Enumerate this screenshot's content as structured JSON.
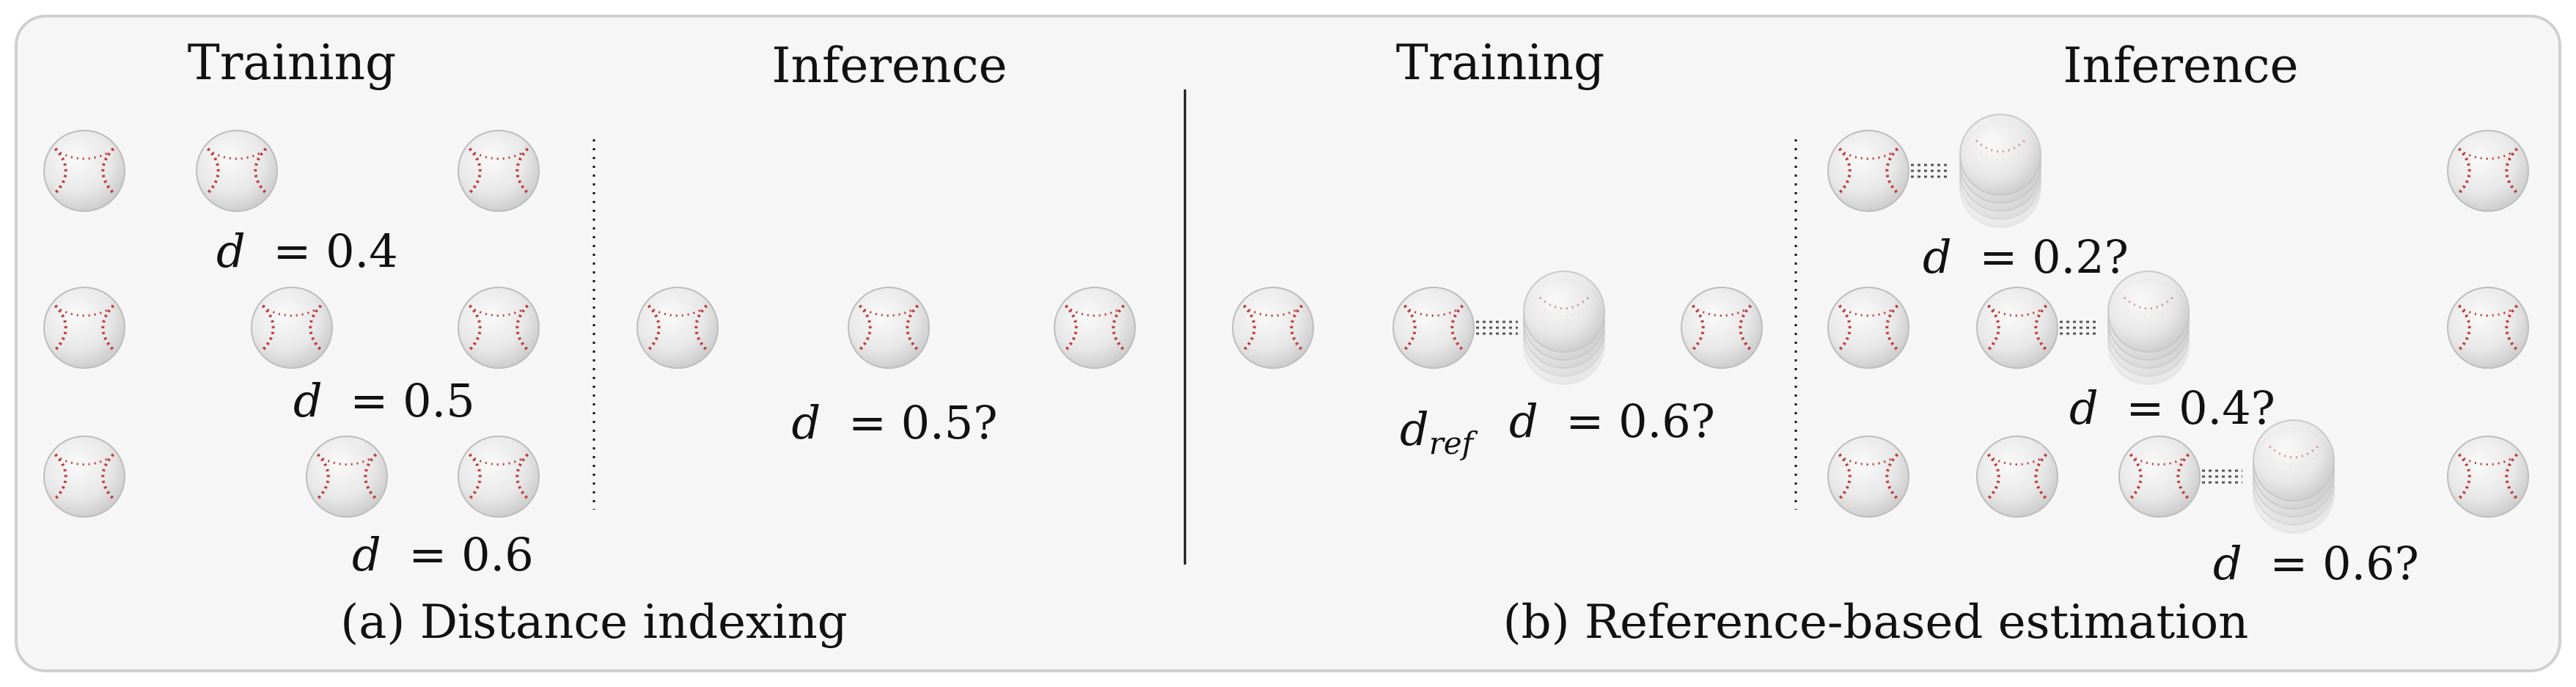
{
  "panels": {
    "a": {
      "caption": "(a) Distance indexing",
      "training_heading": "Training",
      "inference_heading": "Inference",
      "training_labels": {
        "row1": {
          "var": "d",
          "eq": "= 0.4"
        },
        "row2": {
          "var": "d",
          "eq": "= 0.5"
        },
        "row3": {
          "var": "d",
          "eq": "= 0.6"
        }
      },
      "inference_label": {
        "var": "d",
        "eq": "= 0.5?"
      }
    },
    "b": {
      "caption": "(b) Reference-based estimation",
      "training_heading": "Training",
      "inference_heading": "Inference",
      "ref_label": {
        "var": "d",
        "sub": "ref"
      },
      "training_label": {
        "var": "d",
        "eq": "= 0.6?"
      },
      "inference_labels": {
        "row1": {
          "var": "d",
          "eq": "= 0.2?"
        },
        "row2": {
          "var": "d",
          "eq": "= 0.4?"
        },
        "row3": {
          "var": "d",
          "eq": "= 0.6?"
        }
      }
    }
  },
  "colors": {
    "frame_fill": "#f6f6f6",
    "frame_stroke": "#cfcfcf",
    "ball_fill": "#ebebeb",
    "ball_shade": "#d6d6d6",
    "stitch": "#c0393b",
    "text": "#111111",
    "divider": "#111111"
  },
  "icons": {
    "ball": "baseball-icon",
    "stacked": "stacked-baseball-icon"
  }
}
